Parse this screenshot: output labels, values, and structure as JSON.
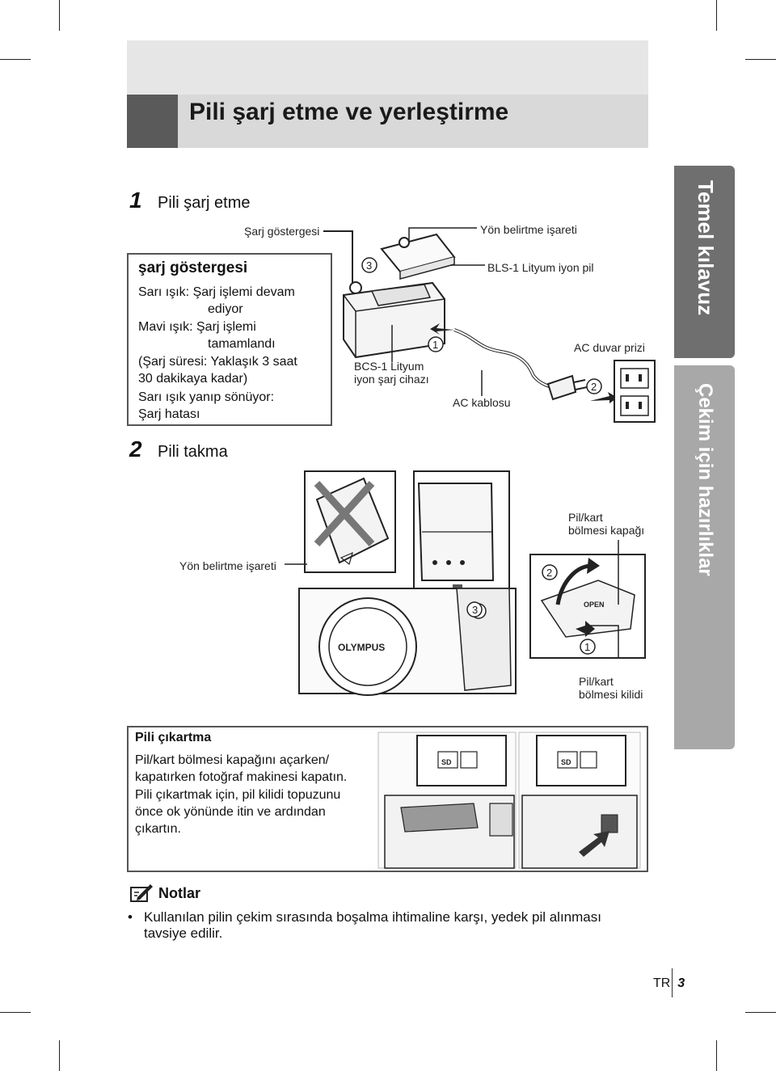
{
  "title": "Pili şarj etme ve yerleştirme",
  "steps": [
    {
      "num": "1",
      "label": "Pili şarj etme"
    },
    {
      "num": "2",
      "label": "Pili takma"
    }
  ],
  "indicator_box": {
    "heading": "şarj göstergesi",
    "lines": [
      "Sarı ışık: Şarj işlemi devam",
      "ediyor",
      "Mavi ışık: Şarj işlemi",
      "tamamlandı",
      "(Şarj süresi: Yaklaşık 3 saat",
      "30 dakikaya kadar)",
      "Sarı ışık yanıp sönüyor:",
      "Şarj hatası"
    ]
  },
  "labels": {
    "charge_indicator": "Şarj göstergesi",
    "direction_mark_top": "Yön belirtme işareti",
    "battery": "BLS-1 Lityum iyon pil",
    "charger_line1": "BCS-1 Lityum",
    "charger_line2": "iyon şarj cihazı",
    "ac_outlet": "AC duvar prizi",
    "ac_cable": "AC kablosu",
    "direction_mark_left": "Yön belirtme işareti",
    "cover_line1": "Pil/kart",
    "cover_line2": "bölmesi kapağı",
    "lock_line1": "Pil/kart",
    "lock_line2": "bölmesi kilidi",
    "brand": "OLYMPUS",
    "open": "OPEN",
    "sd": "SD"
  },
  "callouts": {
    "c1": "1",
    "c2": "2",
    "c3": "3"
  },
  "side_tabs": {
    "tab1": "Temel kılavuz",
    "tab2": "Çekim için hazırlıklar"
  },
  "remove": {
    "heading": "Pili çıkartma",
    "lines": [
      "Pil/kart bölmesi kapağını açarken/",
      "kapatırken fotoğraf makinesi kapatın.",
      "Pili çıkartmak için, pil kilidi topuzunu",
      "önce ok yönünde itin ve ardından",
      "çıkartın."
    ]
  },
  "notes": {
    "title": "Notlar",
    "items": [
      "Kullanılan pilin çekim sırasında boşalma ihtimaline karşı, yedek pil alınması",
      "tavsiye edilir."
    ]
  },
  "footer": {
    "lang": "TR",
    "page": "3"
  },
  "colors": {
    "tab_dark": "#6f6f6f",
    "tab_light": "#a8a8a8",
    "title_band": "#d9d9d9"
  }
}
